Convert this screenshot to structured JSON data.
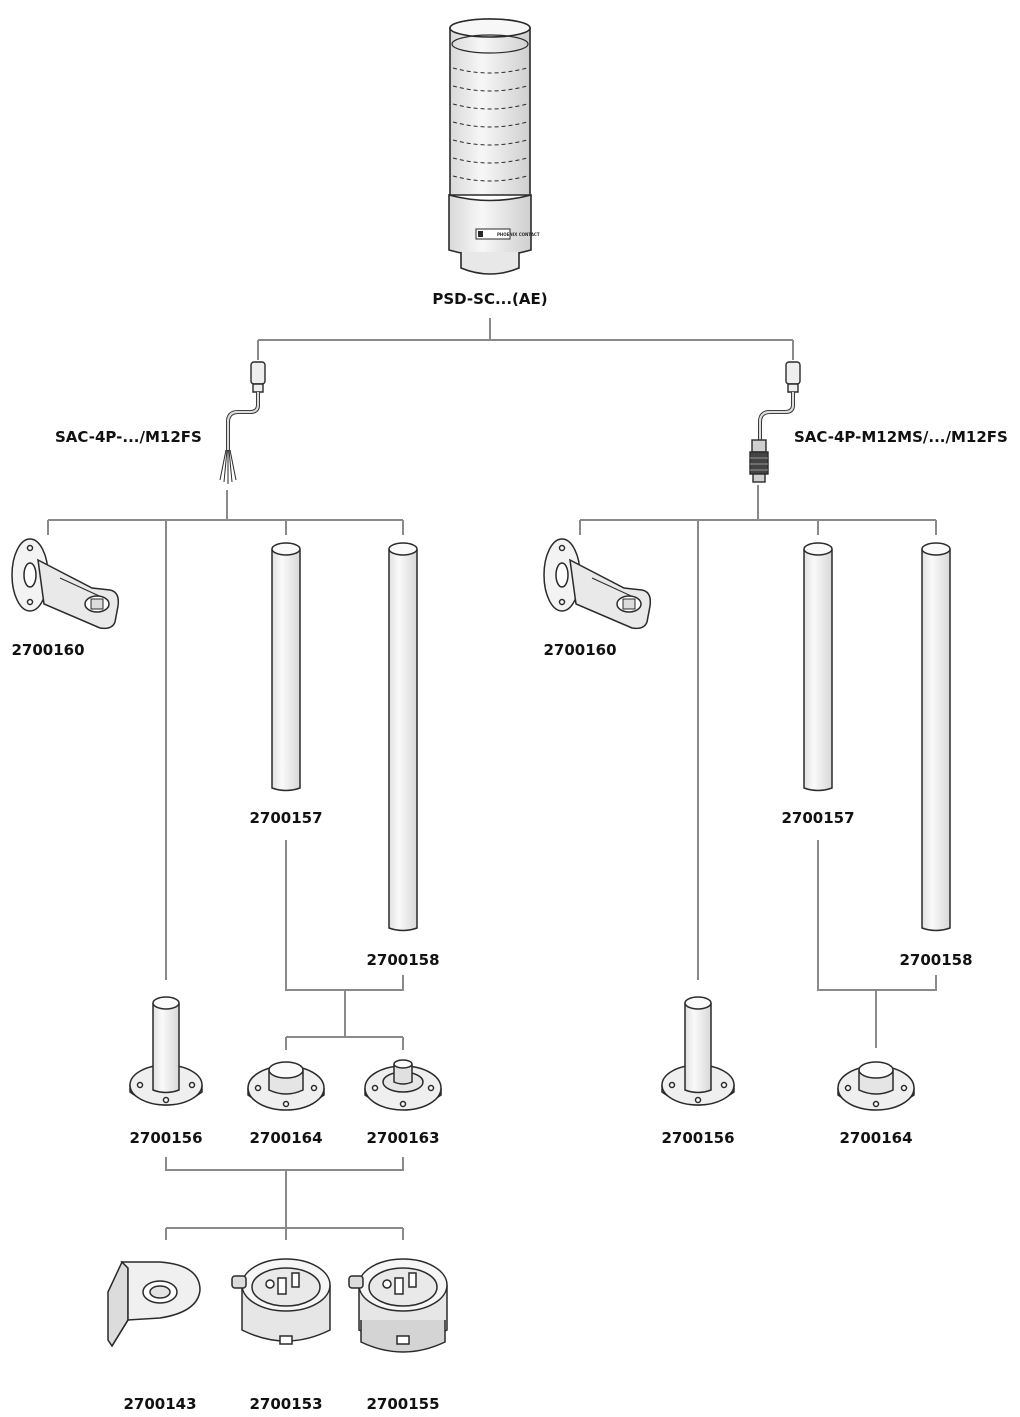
{
  "colors": {
    "line": "#8a8a8a",
    "outline": "#2a2a2a",
    "fill": "#efefef",
    "shade": "#d6d6d6"
  },
  "top": {
    "product": "PSD-SC...(AE)",
    "logo_text": "PHOENIX CONTACT"
  },
  "left": {
    "cable": "SAC-4P-.../M12FS",
    "bracket": "2700160",
    "tube_short": "2700157",
    "tube_long": "2700158",
    "base_a": "2700156",
    "base_b": "2700164",
    "base_c": "2700163",
    "mount_a": "2700143",
    "mount_b": "2700153",
    "mount_c": "2700155"
  },
  "right": {
    "cable": "SAC-4P-M12MS/.../M12FS",
    "bracket": "2700160",
    "tube_short": "2700157",
    "tube_long": "2700158",
    "base_a": "2700156",
    "base_b": "2700164"
  }
}
